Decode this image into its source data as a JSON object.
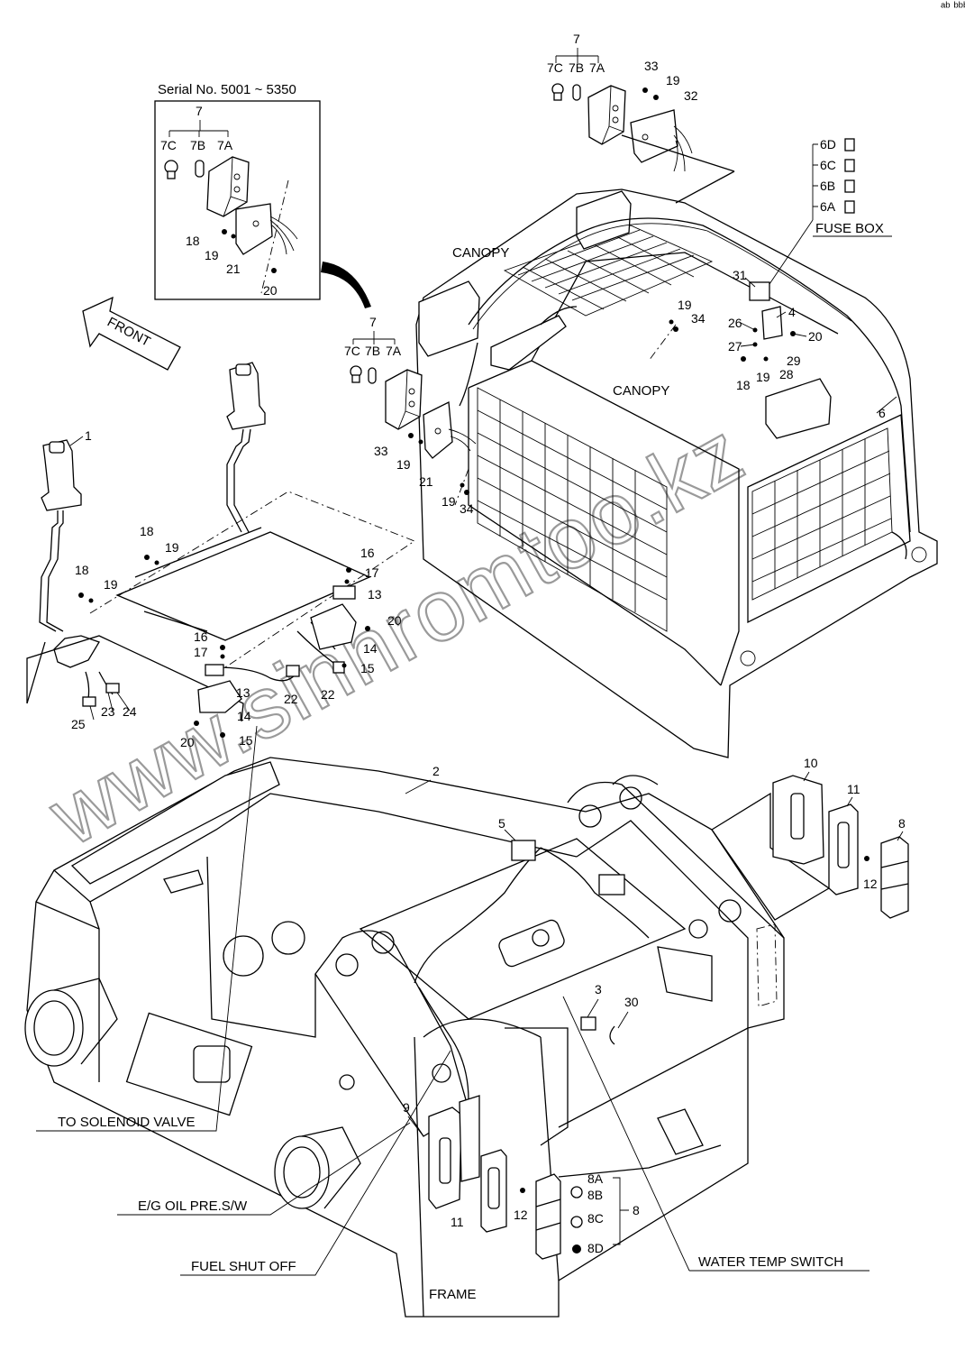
{
  "corner_mark": "ᵃᵇ ᵇᵇᵇ",
  "watermark": "www.sinhromtoo.kz",
  "inset": {
    "title": "Serial No. 5001 ~ 5350",
    "labels": [
      "7",
      "7C",
      "7B",
      "7A",
      "18",
      "19",
      "21",
      "20"
    ]
  },
  "arrow_label": "FRONT",
  "area_labels": {
    "canopy_top": "CANOPY",
    "canopy_side": "CANOPY",
    "fuse_box": "FUSE BOX",
    "frame": "FRAME",
    "to_solenoid_valve": "TO SOLENOID VALVE",
    "eg_oil_pre_sw": "E/G OIL PRE.S/W",
    "fuel_shut_off": "FUEL SHUT OFF",
    "water_temp_switch": "WATER TEMP SWITCH"
  },
  "fuse_items": [
    "6D",
    "6C",
    "6B",
    "6A"
  ],
  "lamp_group_top": {
    "group": "7",
    "items": [
      "7C",
      "7B",
      "7A"
    ],
    "parts": [
      "33",
      "19",
      "32"
    ]
  },
  "lamp_group_mid": {
    "group": "7",
    "items": [
      "7C",
      "7B",
      "7A"
    ],
    "parts": [
      "33",
      "19",
      "21",
      "19",
      "34"
    ]
  },
  "canopy_parts": [
    "19",
    "34",
    "31",
    "4",
    "26",
    "27",
    "20",
    "18",
    "19",
    "28",
    "29",
    "6"
  ],
  "control_parts": [
    "1",
    "18",
    "19",
    "18",
    "19",
    "16",
    "17",
    "13",
    "20",
    "14",
    "15",
    "22",
    "16",
    "17",
    "13",
    "22",
    "14",
    "20",
    "15",
    "25",
    "23",
    "24"
  ],
  "frame_parts": [
    "2",
    "5",
    "3",
    "30",
    "9",
    "11",
    "12"
  ],
  "right_parts": [
    "10",
    "11",
    "8",
    "12"
  ],
  "lamp_group_bottom": {
    "group": "8",
    "items": [
      "8A",
      "8B",
      "8C",
      "8D"
    ]
  }
}
